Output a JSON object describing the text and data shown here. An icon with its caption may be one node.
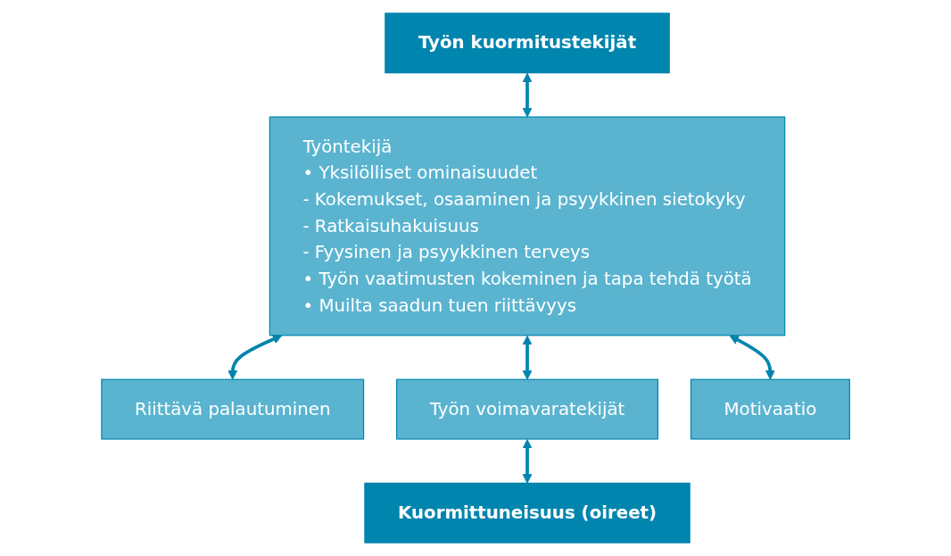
{
  "diagram": {
    "nodes": [
      {
        "text": [
          "Työn kuormitustekijät"
        ]
      },
      {
        "text": [
          "Työntekijä",
          "• Yksilölliset ominaisuudet",
          "- Kokemukset, osaaminen ja psyykkinen sietokyky",
          "- Ratkaisuhakuisuus",
          "- Fyysinen ja psyykkinen terveys",
          "• Työn vaatimusten kokeminen ja tapa tehdä työtä",
          "• Muilta saadun tuen riittävyys"
        ]
      },
      {
        "text": [
          "Riittävä palautuminen"
        ]
      },
      {
        "text": [
          "Työn voimavaratekijät"
        ]
      },
      {
        "text": [
          "Motivaatio"
        ]
      },
      {
        "text": [
          "Kuormittuneisuus (oireet)"
        ]
      }
    ],
    "edges": [
      {
        "from": 0,
        "to": 1,
        "arrow": "both"
      },
      {
        "from": 1,
        "to": 2,
        "arrow": "both"
      },
      {
        "from": 1,
        "to": 3,
        "arrow": "both"
      },
      {
        "from": 1,
        "to": 4,
        "arrow": "both"
      },
      {
        "from": 3,
        "to": 5,
        "arrow": "both"
      }
    ]
  }
}
